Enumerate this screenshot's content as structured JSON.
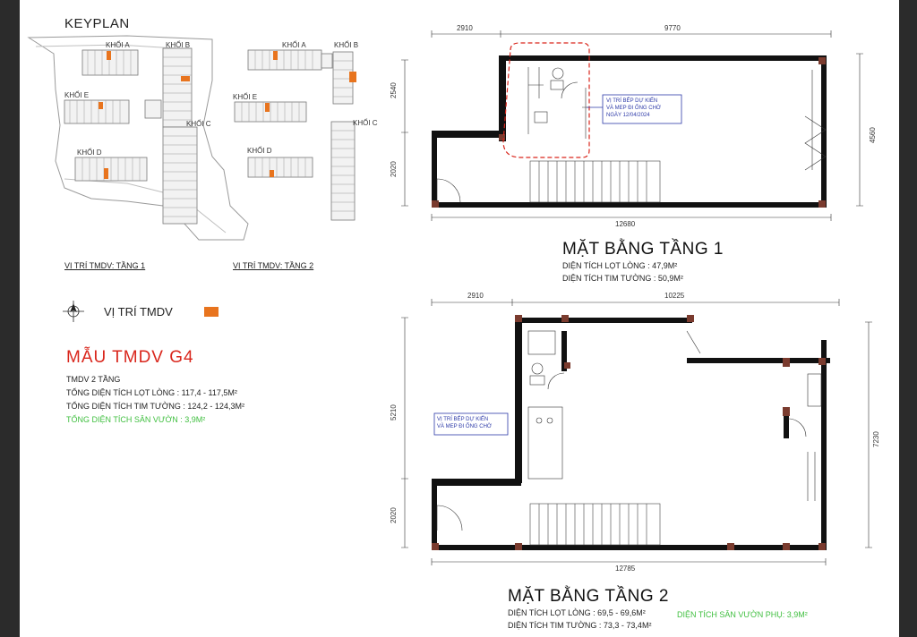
{
  "keyplan": {
    "title": "KEYPLAN",
    "left_blocks": [
      "KHỐI A",
      "KHỐI B",
      "KHỐI E",
      "KHỐI C",
      "KHỐI D"
    ],
    "right_blocks": [
      "KHỐI A",
      "KHỐI B",
      "KHỐI E",
      "KHỐI C",
      "KHỐI D"
    ],
    "caption_floor1": "VỊ TRÍ TMDV: TẦNG 1",
    "caption_floor2": "VỊ TRÍ TMDV: TẦNG 2"
  },
  "legend": {
    "label": "VỊ TRÍ TMDV",
    "swatch_color": "#e8741e"
  },
  "model": {
    "title": "MẪU TMDV  G4",
    "floors": "TMDV 2 TẦNG",
    "net_area": "TỔNG DIỆN TÍCH LỌT LÒNG  : 117,4 - 117,5M²",
    "wall_area": "TỔNG DIỆN TÍCH TIM TƯỜNG : 124,2 - 124,3M²",
    "garden_area": "TỔNG DIỆN TÍCH SÂN VƯỜN : 3,9M²"
  },
  "plan1": {
    "title": "MẶT BẰNG TẦNG 1",
    "net_area": "DIỆN TÍCH LỌT LÒNG   : 47,9M²",
    "wall_area": "DIỆN TÍCH TIM TƯỜNG : 50,9M²",
    "dims": {
      "top_left": "2910",
      "top_right": "9770",
      "left_top": "2540",
      "left_bottom": "2020",
      "right": "4560",
      "bottom": "12680"
    },
    "note": [
      "VỊ TRÍ BẾP DỰ KIẾN",
      "VÀ MEP ĐI ỐNG  CHỜ",
      "NGÀY 12/04/2024"
    ]
  },
  "plan2": {
    "title": "MẶT BẰNG TẦNG 2",
    "net_area": "DIỆN TÍCH LỌT LÒNG   : 69,5 - 69,6M²",
    "wall_area": "DIỆN TÍCH TIM TƯỜNG : 73,3 - 73,4M²",
    "garden_area": "DIỆN TÍCH SÂN VƯỜN PHỤ: 3,9M²",
    "dims": {
      "top_left": "2910",
      "top_right": "10225",
      "left_top": "5210",
      "left_bottom": "2020",
      "right": "7230",
      "bottom": "12785"
    },
    "note": [
      "VỊ TRÍ BẾP DỰ KIẾN",
      "VÀ MEP ĐI ỐNG  CHỜ"
    ]
  },
  "colors": {
    "wall": "#111111",
    "column": "#7a3b2e",
    "accent_red": "#d9261c",
    "note_blue": "#2d3aa8",
    "green_text": "#3fbf3f"
  }
}
